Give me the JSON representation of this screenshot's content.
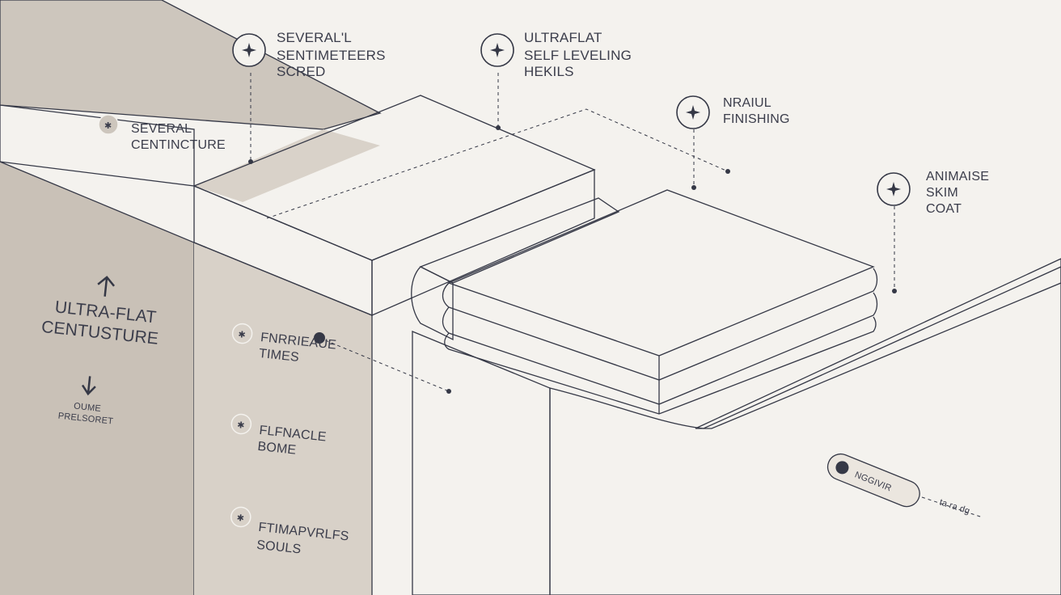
{
  "diagram": {
    "colors": {
      "background": "#f4f2ee",
      "wall_face": "#cdc6bd",
      "wall_face_dark": "#bdb5ab",
      "screed_top": "#ddd6ce",
      "leveling_top": "#ebe6df",
      "finish_top": "#f3f0eb",
      "ink": "#353846"
    },
    "callouts": {
      "screed": {
        "icon": "plus-target-icon",
        "lines": [
          "SEVERAL'L",
          "SENTIMETEERS",
          "SCRED"
        ]
      },
      "self_leveling": {
        "icon": "plus-target-icon",
        "lines": [
          "ULTRAFLAT",
          "SELF LEVELING",
          "HEKILS"
        ]
      },
      "finishing": {
        "icon": "plus-target-icon",
        "lines": [
          "NRAIUL",
          "FINISHING"
        ]
      },
      "skim_coat": {
        "icon": "plus-target-icon",
        "lines": [
          "ANIMAISE",
          "SKIM",
          "COAT"
        ]
      },
      "wall_top": {
        "icon": "small-star-icon",
        "lines": [
          "SEVERAL",
          "CENTINCTURE"
        ]
      }
    },
    "left_panel": {
      "up_arrow": "up-arrow-icon",
      "down_arrow": "down-arrow-icon",
      "title_lines": [
        "ULTRA-FLAT",
        "CENTUSTURE"
      ],
      "sub_lines": [
        "OUME",
        "PRELSORET"
      ]
    },
    "side_notes": [
      {
        "icon": "small-star-icon",
        "lines": [
          "FNRRIEAUE",
          "TIMES"
        ]
      },
      {
        "icon": "small-star-icon",
        "lines": [
          "FLFNACLE",
          "BOME"
        ]
      },
      {
        "icon": "small-star-icon",
        "lines": [
          "FTIMAPVRLFS",
          "SOULS"
        ]
      }
    ],
    "tag": {
      "text": "NGGIVIR",
      "trail": "ta ra dg"
    }
  }
}
